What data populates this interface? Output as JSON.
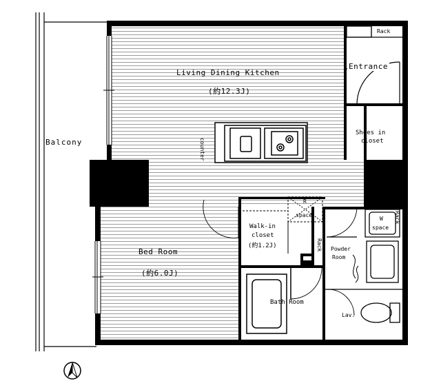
{
  "rooms": {
    "ldk": "Living Dining Kitchen",
    "ldk_size": "(約12.3J)",
    "balcony": "Balcony",
    "entrance": "Entrance",
    "shoes_closet_line1": "Shoes in",
    "shoes_closet_line2": "closet",
    "bed_room": "Bed Room",
    "bed_room_size": "(約6.0J)",
    "walkin_line1": "Walk-in",
    "walkin_line2": "closet",
    "walkin_size": "(約1.2J)",
    "bath_room": "Bath Room",
    "powder_line1": "Powder",
    "powder_line2": "Room",
    "lav": "Lav.",
    "rack_top": "Rack",
    "rack_mid": "Rack",
    "r_space_line1": "R",
    "r_space_line2": "space",
    "w_space_line1": "W",
    "w_space_line2": "space",
    "counter": "counter",
    "rack_small": "Rack"
  },
  "icons": {
    "compass": "north-arrow-icon"
  }
}
